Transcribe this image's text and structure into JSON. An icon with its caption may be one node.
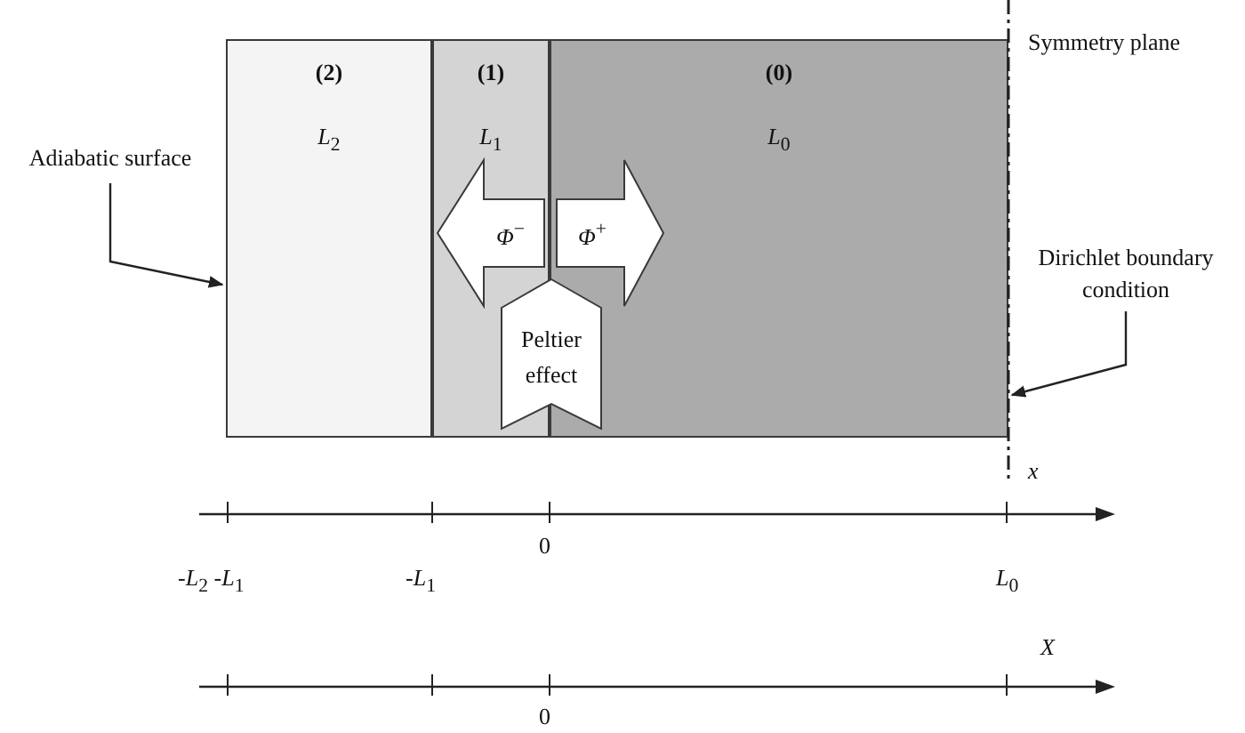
{
  "diagram": {
    "nodes": [
      {
        "text": [
          "(2)",
          "*L*$_{2}$"
        ]
      },
      {
        "text": [
          "(1)",
          "*L*$_{1}$"
        ]
      },
      {
        "text": [
          "(0)",
          "*L*$_{0}$"
        ]
      },
      {
        "text": [
          "*Φ*$^{−}$"
        ],
        "in": 1
      },
      {
        "text": [
          "*Φ*$^{+}$"
        ],
        "in": 2
      },
      {
        "text": [
          "Peltier effect"
        ]
      },
      {
        "text": [
          "Adiabatic surface"
        ]
      },
      {
        "text": [
          "Dirichlet boundary condition"
        ]
      }
    ],
    "edges": [
      {
        "from": 6,
        "to": 0,
        "arrow": "to"
      },
      {
        "from": 7,
        "to": 2,
        "arrow": "to"
      }
    ],
    "labels": [
      "Symmetry plane",
      "x",
      "-*L*$_{2}$ -*L*$_{1}$",
      "-*L*$_{1}$",
      "0",
      "*L*$_{0}$",
      "X",
      "0"
    ]
  }
}
